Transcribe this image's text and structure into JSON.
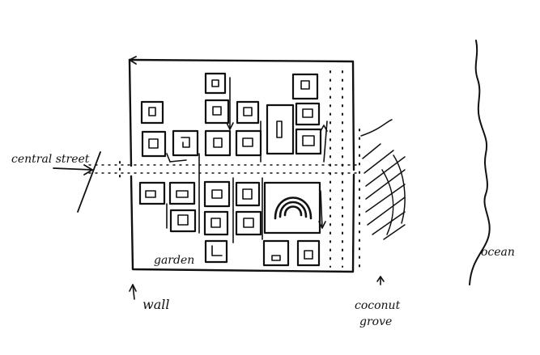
{
  "labels": {
    "central_street": "central street",
    "garden": "garden",
    "wall": "wall",
    "coconut_grove_line1": "coconut",
    "coconut_grove_line2": "grove",
    "ocean": "ocean"
  },
  "colors": {
    "ink": "#111111",
    "paper": "#ffffff"
  }
}
